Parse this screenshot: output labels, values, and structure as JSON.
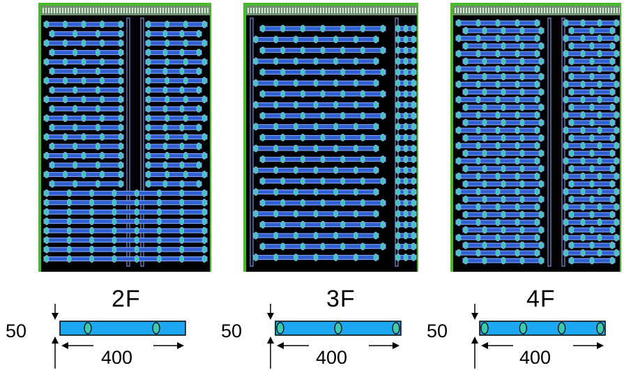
{
  "variants": [
    {
      "name": "2F",
      "width_label": "50",
      "length_label": "400",
      "fingers": 2
    },
    {
      "name": "3F",
      "width_label": "50",
      "length_label": "400",
      "fingers": 3
    },
    {
      "name": "4F",
      "width_label": "50",
      "length_label": "400",
      "fingers": 4
    }
  ],
  "colors": {
    "background": "#000000",
    "metal": "#2f5fd0",
    "metal_edge": "#8fb0ff",
    "contact": "#3fc8b0",
    "guard_ring": "#49b92c",
    "finger_fill": "#1fa6f0",
    "finger_stroke": "#000000"
  }
}
